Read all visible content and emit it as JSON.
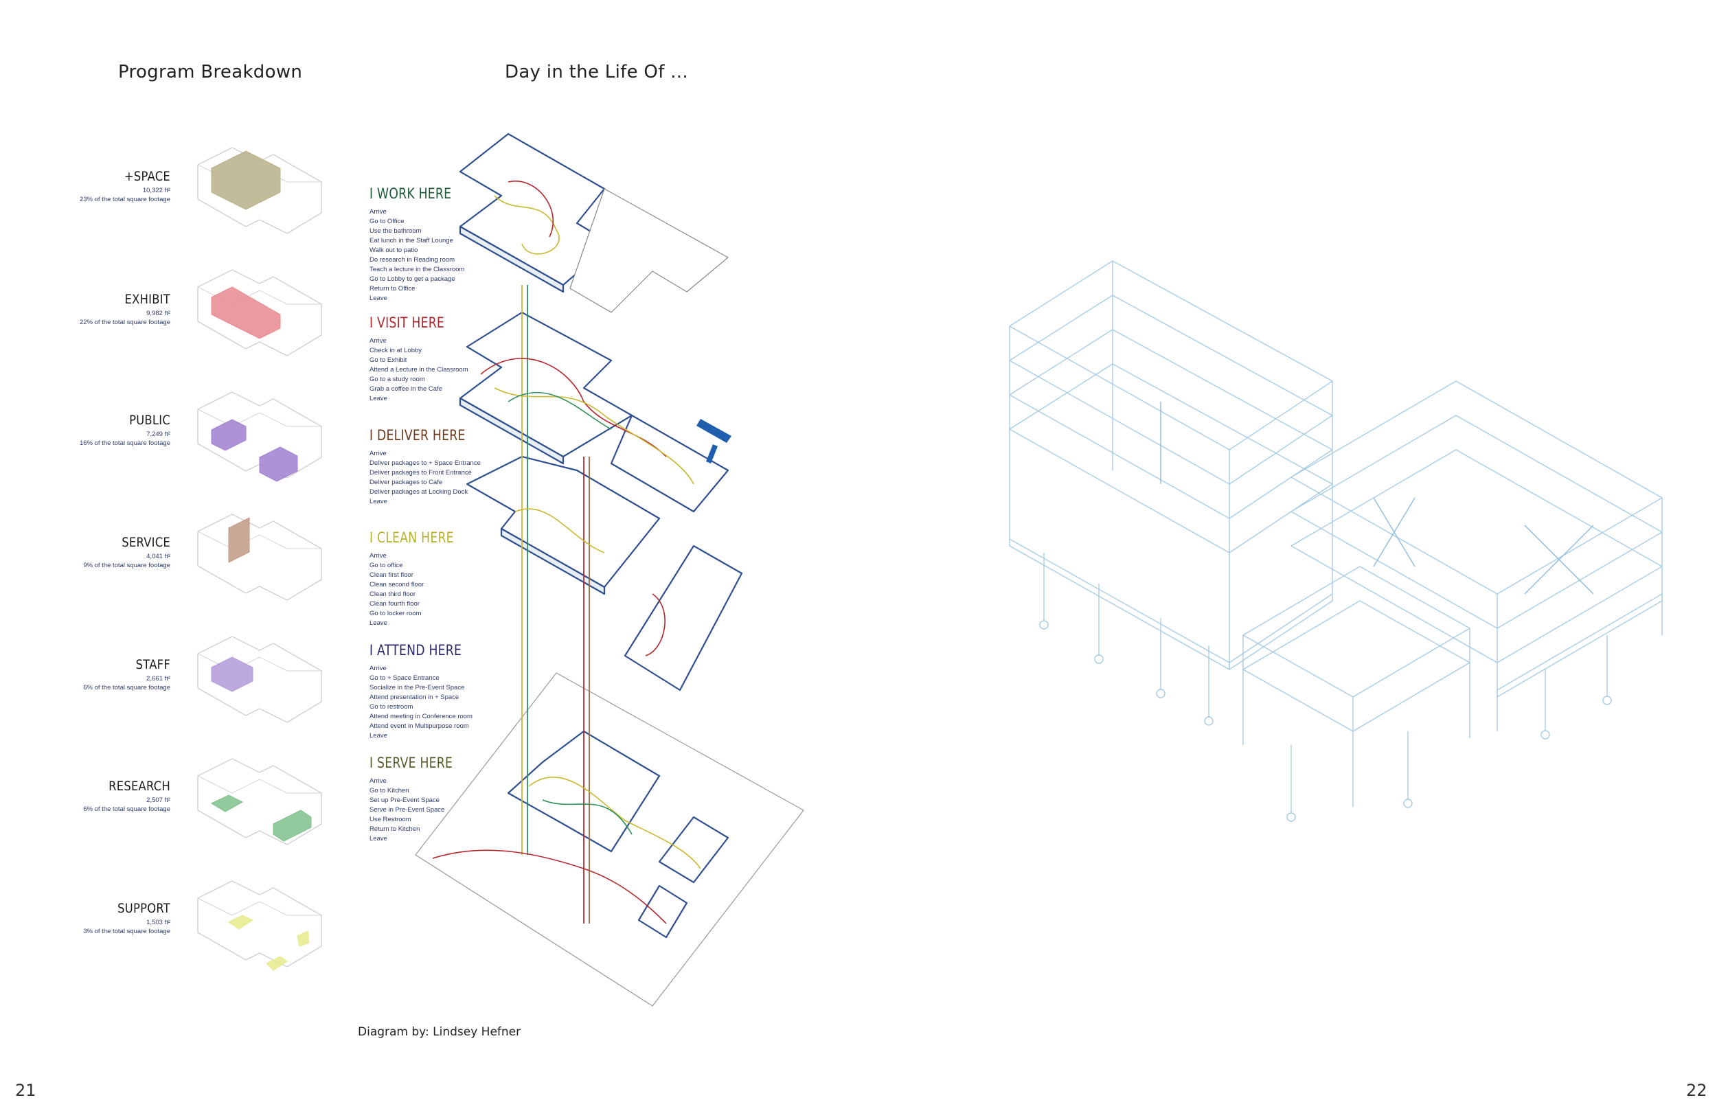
{
  "headings": {
    "program": "Program Breakdown",
    "day": "Day in the Life Of ..."
  },
  "programs": [
    {
      "name": "+SPACE",
      "area": "10,322 ft²",
      "pct": "23% of the total square footage",
      "color": "#b8b08a"
    },
    {
      "name": "EXHIBIT",
      "area": "9,982 ft²",
      "pct": "22% of the total square footage",
      "color": "#e8888f"
    },
    {
      "name": "PUBLIC",
      "area": "7,249 ft²",
      "pct": "16% of the total square footage",
      "color": "#a07fd0"
    },
    {
      "name": "SERVICE",
      "area": "4,041 ft²",
      "pct": "9% of the total square footage",
      "color": "#c09a84"
    },
    {
      "name": "STAFF",
      "area": "2,661 ft²",
      "pct": "6% of the total square footage",
      "color": "#b39ad8"
    },
    {
      "name": "RESEARCH",
      "area": "2,507 ft²",
      "pct": "6% of the total square footage",
      "color": "#7fbf8c"
    },
    {
      "name": "SUPPORT",
      "area": "1,503 ft²",
      "pct": "3% of the total square footage",
      "color": "#e6ea8a"
    }
  ],
  "personas": [
    {
      "title": "I WORK HERE",
      "color": "#1f5a3a",
      "steps": [
        "Arrive",
        "Go to Office",
        "Use the bathroom",
        "Eat lunch in the Staff Lounge",
        "Walk out to patio",
        "Do research in Reading room",
        "Teach a lecture in the Classroom",
        "Go to Lobby to get a package",
        "Return to Office",
        "Leave"
      ]
    },
    {
      "title": "I VISIT HERE",
      "color": "#b0282e",
      "steps": [
        "Arrive",
        "Check in at Lobby",
        "Go to Exhibit",
        "Attend a Lecture in the Classroom",
        "Go to a study room",
        "Grab a coffee in the Cafe",
        "Leave"
      ]
    },
    {
      "title": "I DELIVER HERE",
      "color": "#6a3a1e",
      "steps": [
        "Arrive",
        "Deliver packages to + Space Entrance",
        "Deliver packages to Front Entrance",
        "Deliver packages to Cafe",
        "Deliver packages at Locking Dock",
        "Leave"
      ]
    },
    {
      "title": "I CLEAN HERE",
      "color": "#b8b22a",
      "steps": [
        "Arrive",
        "Go to office",
        "Clean first floor",
        "Clean second floor",
        "Clean third floor",
        "Clean fourth floor",
        "Go to locker room",
        "Leave"
      ]
    },
    {
      "title": "I ATTEND HERE",
      "color": "#2a2a6a",
      "steps": [
        "Arrive",
        "Go to + Space Entrance",
        "Socialize in the Pre-Event Space",
        "Attend presentation in + Space",
        "Go to restroom",
        "Attend meeting in Conference room",
        "Attend event in Multipurpose room",
        "Leave"
      ]
    },
    {
      "title": "I SERVE HERE",
      "color": "#5a5a2a",
      "steps": [
        "Arrive",
        "Go to Kitchen",
        "Set up Pre-Event Space",
        "Serve in Pre-Event Space",
        "Use Restroom",
        "Return to Kitchen",
        "Leave"
      ]
    }
  ],
  "credit": "Diagram by: Lindsey Hefner",
  "page_numbers": {
    "left": "21",
    "right": "22"
  },
  "colors": {
    "floor_outline": "#2f4f8f",
    "path_lines": [
      "#c8b832",
      "#b0282e",
      "#2f8f5a",
      "#9a6a3a"
    ],
    "structure": "#a8cce4",
    "accent_blue": "#1f5fae"
  }
}
